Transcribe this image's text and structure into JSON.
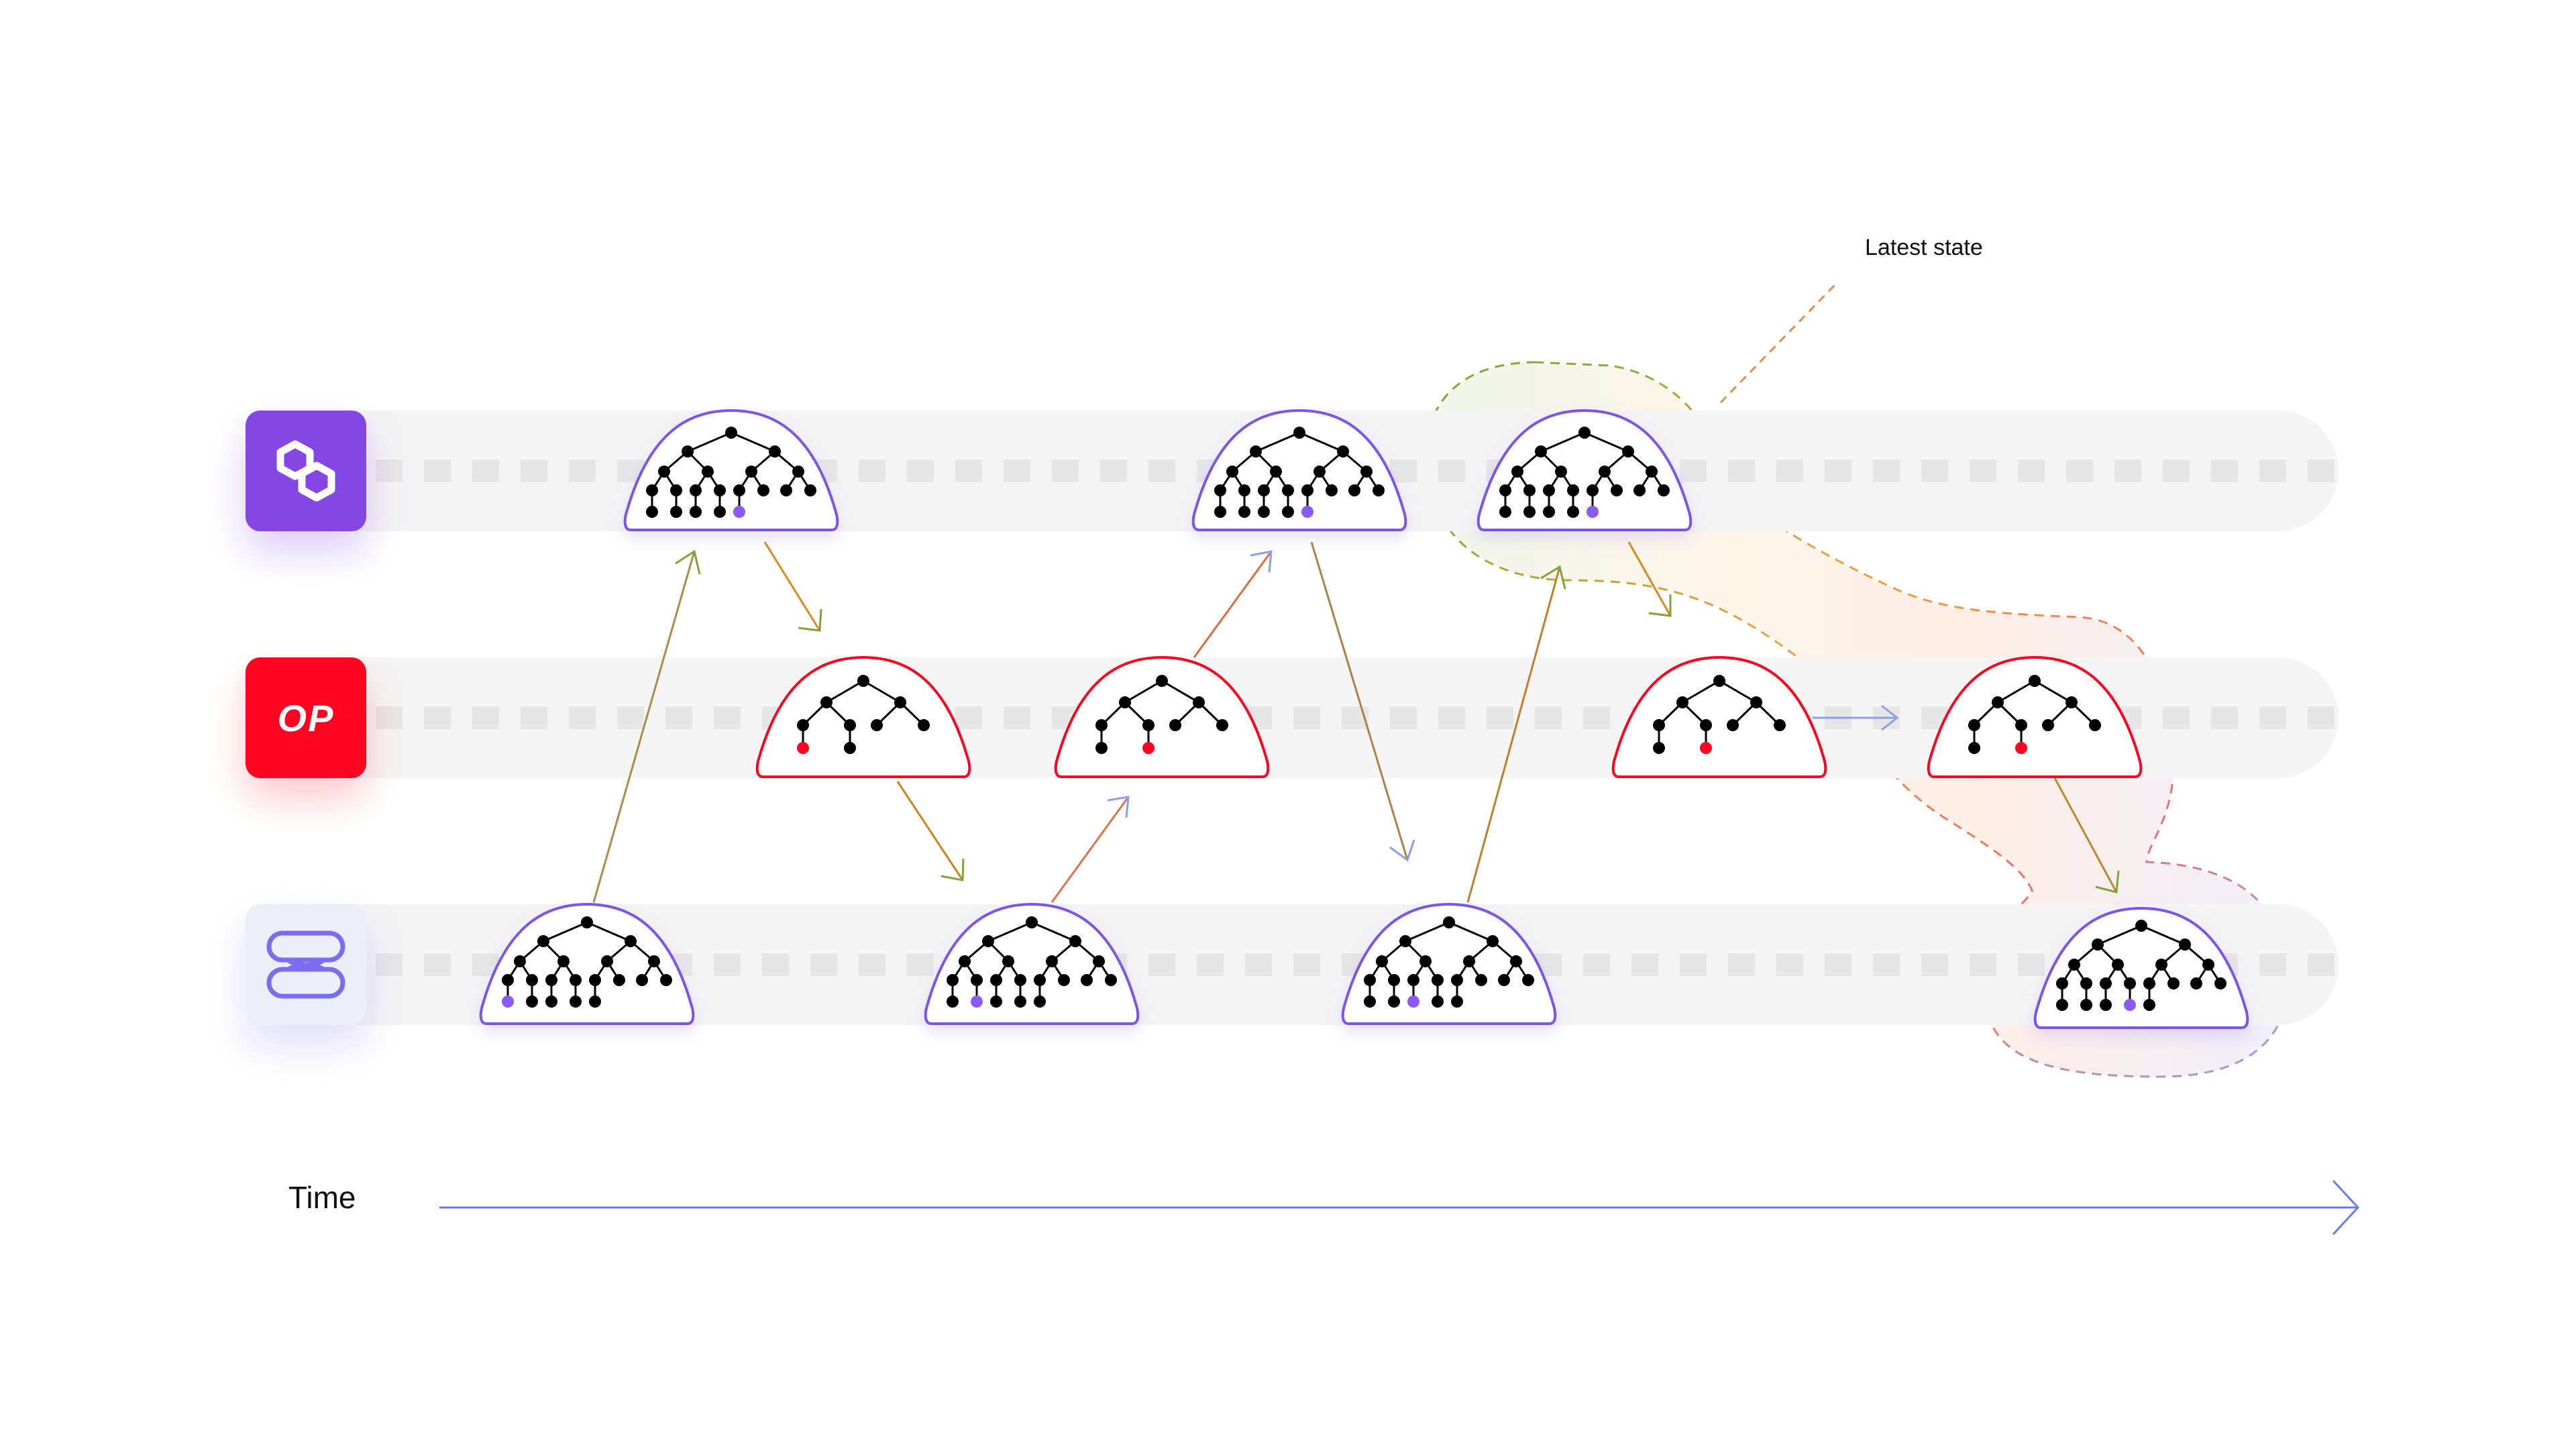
{
  "labels": {
    "time": "Time",
    "latest_state": "Latest state"
  },
  "chains": [
    {
      "name": "polygon",
      "icon": "polygon-logo-icon",
      "color": "#8247e5"
    },
    {
      "name": "optimism",
      "icon": "op-logo-icon",
      "label": "OP",
      "color": "#ff0420"
    },
    {
      "name": "third-chain",
      "icon": "interlocked-loops-logo-icon",
      "color": "#7b6cf0"
    }
  ],
  "colors": {
    "purple_border": "#7b55e8",
    "red_border": "#ff0420",
    "highlight_purple": "#8a5cf5",
    "highlight_red": "#ff0420",
    "time_axis": "#6b7be8",
    "track": "#f5f5f5"
  }
}
